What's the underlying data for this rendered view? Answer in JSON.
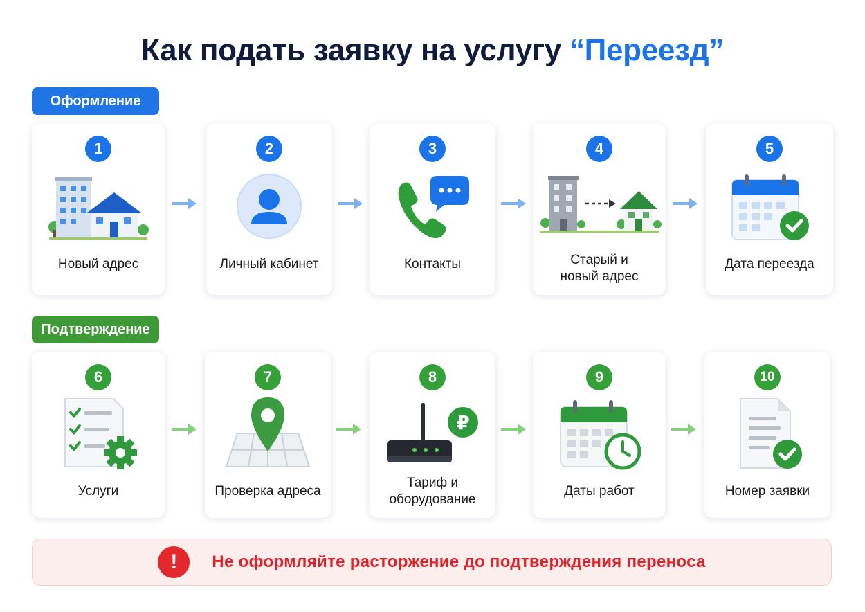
{
  "title": {
    "prefix": "Как подать заявку на услугу ",
    "accent": "“Переезд”"
  },
  "colors": {
    "blue": "#1a73e8",
    "green": "#34a038",
    "red": "#e3282e",
    "title": "#101c3d"
  },
  "sections": {
    "registration": {
      "label": "Оформление"
    },
    "confirmation": {
      "label": "Подтверждение"
    }
  },
  "steps": [
    {
      "number": "1",
      "label": "Новый адрес",
      "icon": "buildings-house-icon"
    },
    {
      "number": "2",
      "label": "Личный кабинет",
      "icon": "user-account-icon"
    },
    {
      "number": "3",
      "label": "Контакты",
      "icon": "phone-chat-icon"
    },
    {
      "number": "4",
      "label_line1": "Старый и",
      "label_line2": "новый адрес",
      "icon": "old-to-new-address-icon"
    },
    {
      "number": "5",
      "label": "Дата переезда",
      "icon": "calendar-check-icon"
    },
    {
      "number": "6",
      "label": "Услуги",
      "icon": "services-checklist-icon"
    },
    {
      "number": "7",
      "label": "Проверка адреса",
      "icon": "map-pin-icon"
    },
    {
      "number": "8",
      "label_line1": "Тариф и",
      "label_line2": "оборудование",
      "icon": "router-ruble-icon",
      "currency_symbol": "₽"
    },
    {
      "number": "9",
      "label": "Даты работ",
      "icon": "calendar-clock-icon"
    },
    {
      "number": "10",
      "label": "Номер заявки",
      "icon": "document-check-icon"
    }
  ],
  "warning": {
    "icon_symbol": "!",
    "text": "Не оформляйте расторжение до подтверждения переноса"
  }
}
